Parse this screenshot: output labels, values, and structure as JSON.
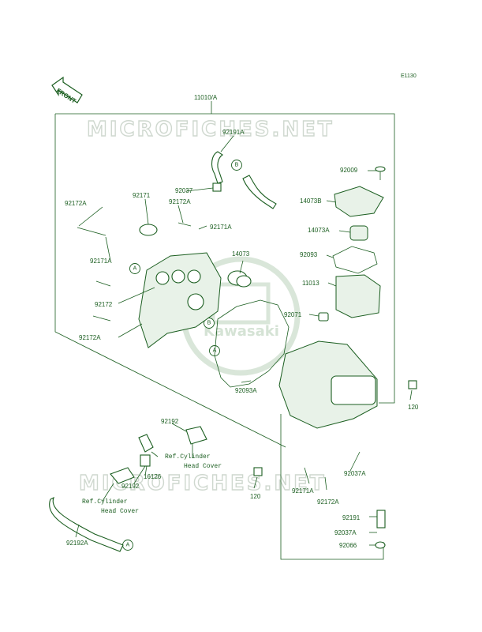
{
  "diagram_code": "E1130",
  "front_indicator": "FRONT",
  "watermark": {
    "text": "MICROFICHES.NET",
    "brand": "Kawasaki"
  },
  "callouts": [
    "A",
    "B",
    "B",
    "A",
    "A"
  ],
  "part_labels": [
    "11010/A",
    "92191A",
    "92037",
    "92172A",
    "92171",
    "92172A",
    "92171A",
    "92171A",
    "92172",
    "92172A",
    "14073",
    "92009",
    "14073B",
    "14073A",
    "92093",
    "11013",
    "92071",
    "92093A",
    "120",
    "120",
    "92171A",
    "92172A",
    "92037A",
    "92191",
    "92037A",
    "92066",
    "92192",
    "92192",
    "16126",
    "92192A"
  ],
  "references": [
    [
      "Ref.Cylinder",
      "Head Cover"
    ],
    [
      "Ref.Cylinder",
      "Head Cover"
    ]
  ],
  "colors": {
    "ink": "#1b5e20",
    "watermark": "#cfd8cf",
    "background": "#ffffff"
  }
}
